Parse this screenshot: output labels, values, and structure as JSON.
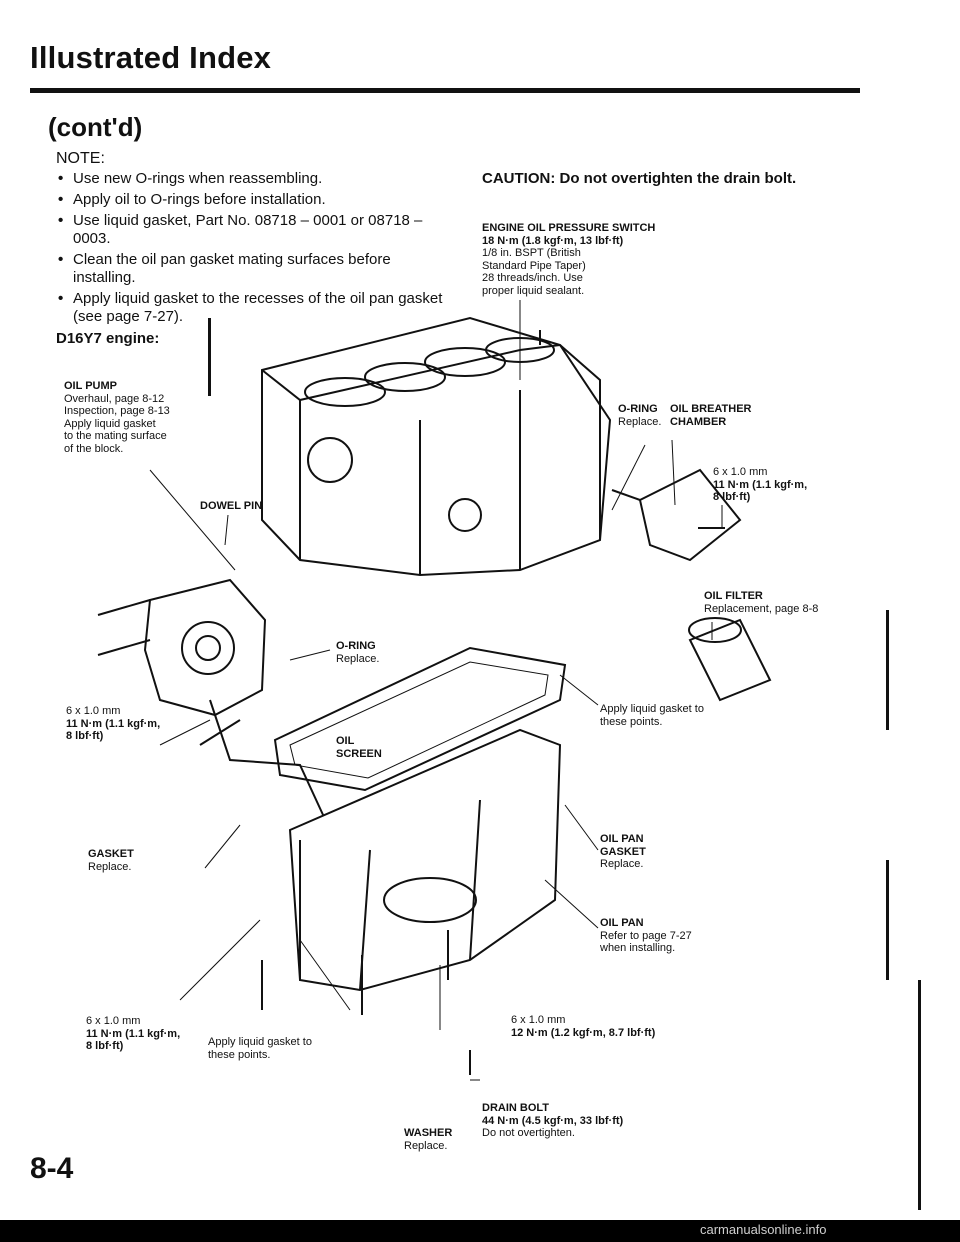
{
  "header": {
    "title": "Illustrated Index",
    "subtitle": "(cont'd)"
  },
  "notes": {
    "heading": "NOTE:",
    "items": [
      "Use new O-rings when reassembling.",
      "Apply oil to O-rings before installation.",
      "Use liquid gasket, Part No. 08718 – 0001 or 08718 – 0003.",
      "Clean the oil pan gasket mating surfaces before installing.",
      "Apply liquid gasket to the recesses of the oil pan gasket (see page 7-27)."
    ]
  },
  "caution": "CAUTION: Do not overtighten the drain bolt.",
  "engine_label": "D16Y7 engine:",
  "labels": {
    "oil_pressure_switch": {
      "title": "ENGINE OIL PRESSURE SWITCH",
      "spec": "18 N·m (1.8 kgf·m, 13 lbf·ft)",
      "lines": [
        "1/8 in. BSPT (British",
        "Standard Pipe Taper)",
        "28 threads/inch. Use",
        "proper liquid sealant."
      ]
    },
    "oil_pump": {
      "title": "OIL PUMP",
      "lines": [
        "Overhaul, page 8-12",
        "Inspection, page 8-13",
        "Apply liquid gasket",
        "to the mating surface",
        "of the block."
      ]
    },
    "o_ring_top": {
      "title": "O-RING",
      "lines": [
        "Replace."
      ]
    },
    "oil_breather": {
      "title": "OIL BREATHER",
      "title2": "CHAMBER"
    },
    "bolt_breather": {
      "size": "6 x 1.0 mm",
      "spec1": "11 N·m (1.1 kgf·m,",
      "spec2": "8 lbf·ft)"
    },
    "dowel_pin": "DOWEL PIN",
    "oil_filter": {
      "title": "OIL FILTER",
      "lines": [
        "Replacement, page 8-8"
      ]
    },
    "o_ring_mid": {
      "title": "O-RING",
      "lines": [
        "Replace."
      ]
    },
    "bolt_pump": {
      "size": "6 x 1.0 mm",
      "spec1": "11 N·m (1.1 kgf·m,",
      "spec2": "8 lbf·ft)"
    },
    "oil_screen": {
      "title": "OIL",
      "title2": "SCREEN"
    },
    "apply_gasket_right": [
      "Apply liquid gasket to",
      "these points."
    ],
    "gasket": {
      "title": "GASKET",
      "lines": [
        "Replace."
      ]
    },
    "oil_pan_gasket": {
      "title": "OIL PAN",
      "title2": "GASKET",
      "lines": [
        "Replace."
      ]
    },
    "oil_pan": {
      "title": "OIL PAN",
      "lines": [
        "Refer to page 7-27",
        "when installing."
      ]
    },
    "bolt_pan_left": {
      "size": "6 x 1.0 mm",
      "spec1": "11 N·m (1.1 kgf·m,",
      "spec2": "8 lbf·ft)"
    },
    "apply_gasket_bottom": [
      "Apply liquid gasket to",
      "these points."
    ],
    "bolt_pan_right": {
      "size": "6 x 1.0 mm",
      "spec": "12 N·m (1.2 kgf·m, 8.7 lbf·ft)"
    },
    "drain_bolt": {
      "title": "DRAIN BOLT",
      "spec": "44 N·m (4.5 kgf·m, 33 lbf·ft)",
      "lines": [
        "Do not overtighten."
      ]
    },
    "washer": {
      "title": "WASHER",
      "lines": [
        "Replace."
      ]
    }
  },
  "page_number": "8-4",
  "watermark": "carmanualsonline.info"
}
